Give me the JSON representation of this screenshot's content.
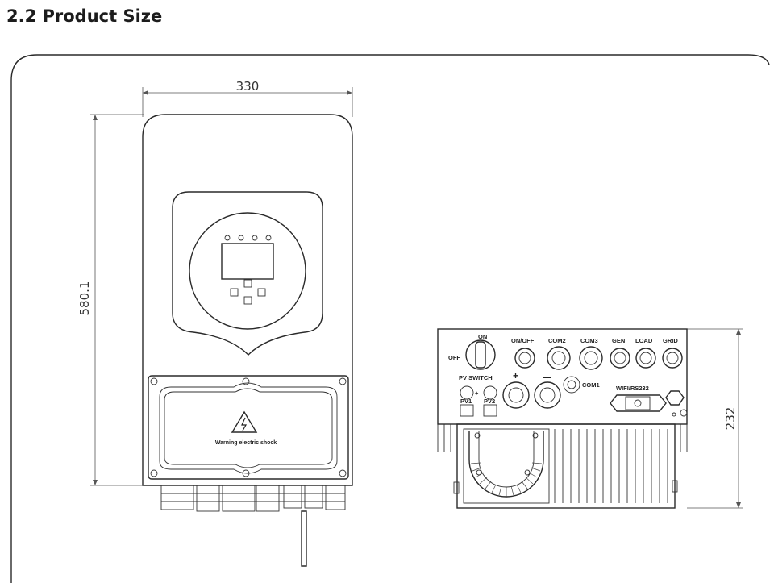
{
  "heading": "2.2 Product Size",
  "dimensions": {
    "width": "330",
    "height": "580.1",
    "depth": "232"
  },
  "front_view": {
    "warning_text": "Warning electric shock"
  },
  "bottom_view": {
    "labels": {
      "on": "ON",
      "off": "OFF",
      "pv_switch": "PV SWITCH",
      "pv1": "PV1",
      "pv2": "PV2",
      "on_off": "ON/OFF",
      "com2": "COM2",
      "com3": "COM3",
      "gen": "GEN",
      "load": "LOAD",
      "grid": "GRID",
      "plus": "+",
      "minus": "—",
      "com1": "COM1",
      "wifi": "WIFI/RS232"
    }
  }
}
